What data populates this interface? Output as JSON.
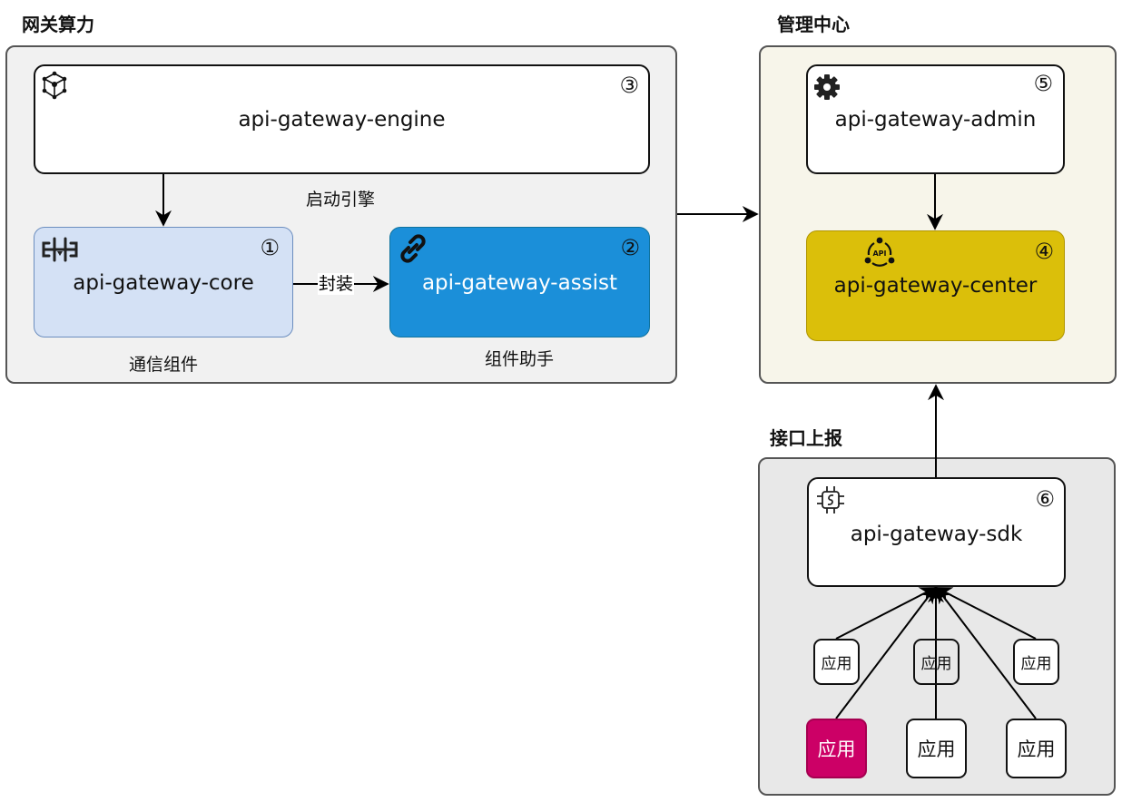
{
  "groups": {
    "compute": {
      "title": "网关算力"
    },
    "management": {
      "title": "管理中心"
    },
    "reporting": {
      "title": "接口上报"
    }
  },
  "nodes": {
    "engine": {
      "label": "api-gateway-engine",
      "badge": "③",
      "caption": "启动引擎",
      "icon": "network-cube-icon"
    },
    "core": {
      "label": "api-gateway-core",
      "badge": "①",
      "caption": "通信组件",
      "icon": "transfer-icon"
    },
    "assist": {
      "label": "api-gateway-assist",
      "badge": "②",
      "caption": "组件助手",
      "icon": "link-icon"
    },
    "admin": {
      "label": "api-gateway-admin",
      "badge": "⑤",
      "icon": "gear-icon"
    },
    "center": {
      "label": "api-gateway-center",
      "badge": "④",
      "icon": "api-icon"
    },
    "sdk": {
      "label": "api-gateway-sdk",
      "badge": "⑥",
      "icon": "chip-icon"
    }
  },
  "edges": {
    "core_to_assist_label": "封装"
  },
  "apps": {
    "small": [
      "应用",
      "应用",
      "应用"
    ],
    "big": [
      "应用",
      "应用",
      "应用"
    ]
  },
  "colors": {
    "core_fill": "#d4e1f5",
    "assist_fill": "#1b8fd9",
    "center_fill": "#dbbf0a",
    "accent_app": "#cc0066",
    "compute_bg": "#f1f1f1",
    "management_bg": "#f7f5ea",
    "reporting_bg": "#e8e8e8"
  }
}
